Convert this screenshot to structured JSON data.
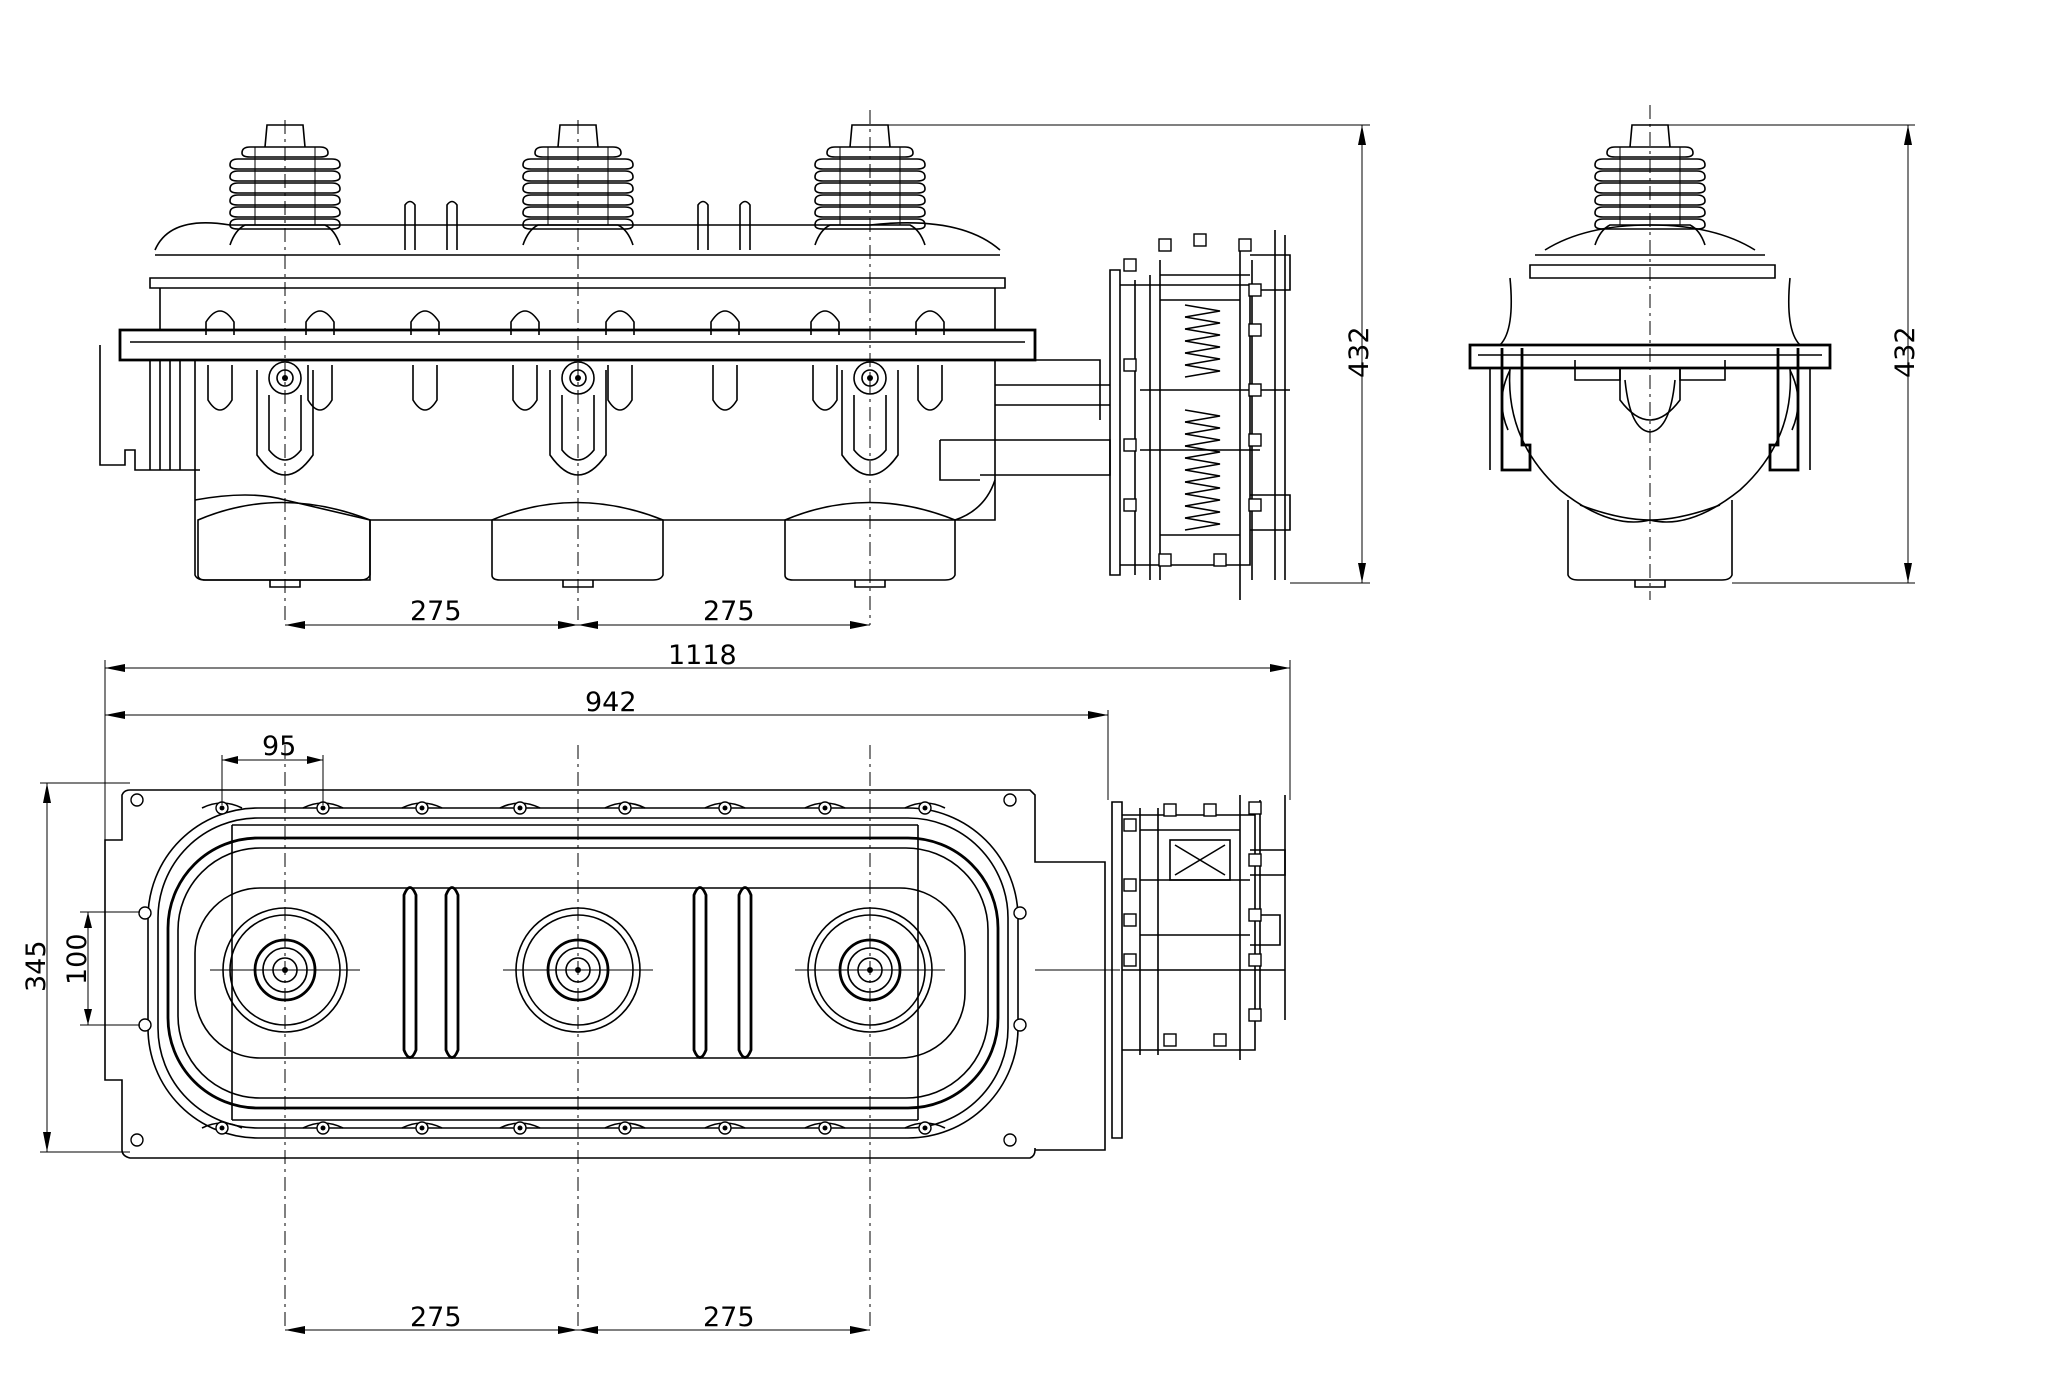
{
  "drawing": {
    "dimensions": {
      "front_pitch_left": "275",
      "front_pitch_right": "275",
      "front_height": "432",
      "side_height": "432",
      "overall_length": "1118",
      "base_length": "942",
      "bolt_pitch": "95",
      "base_width": "345",
      "bolt_row_spacing": "100",
      "top_pitch_left": "275",
      "top_pitch_right": "275"
    }
  }
}
